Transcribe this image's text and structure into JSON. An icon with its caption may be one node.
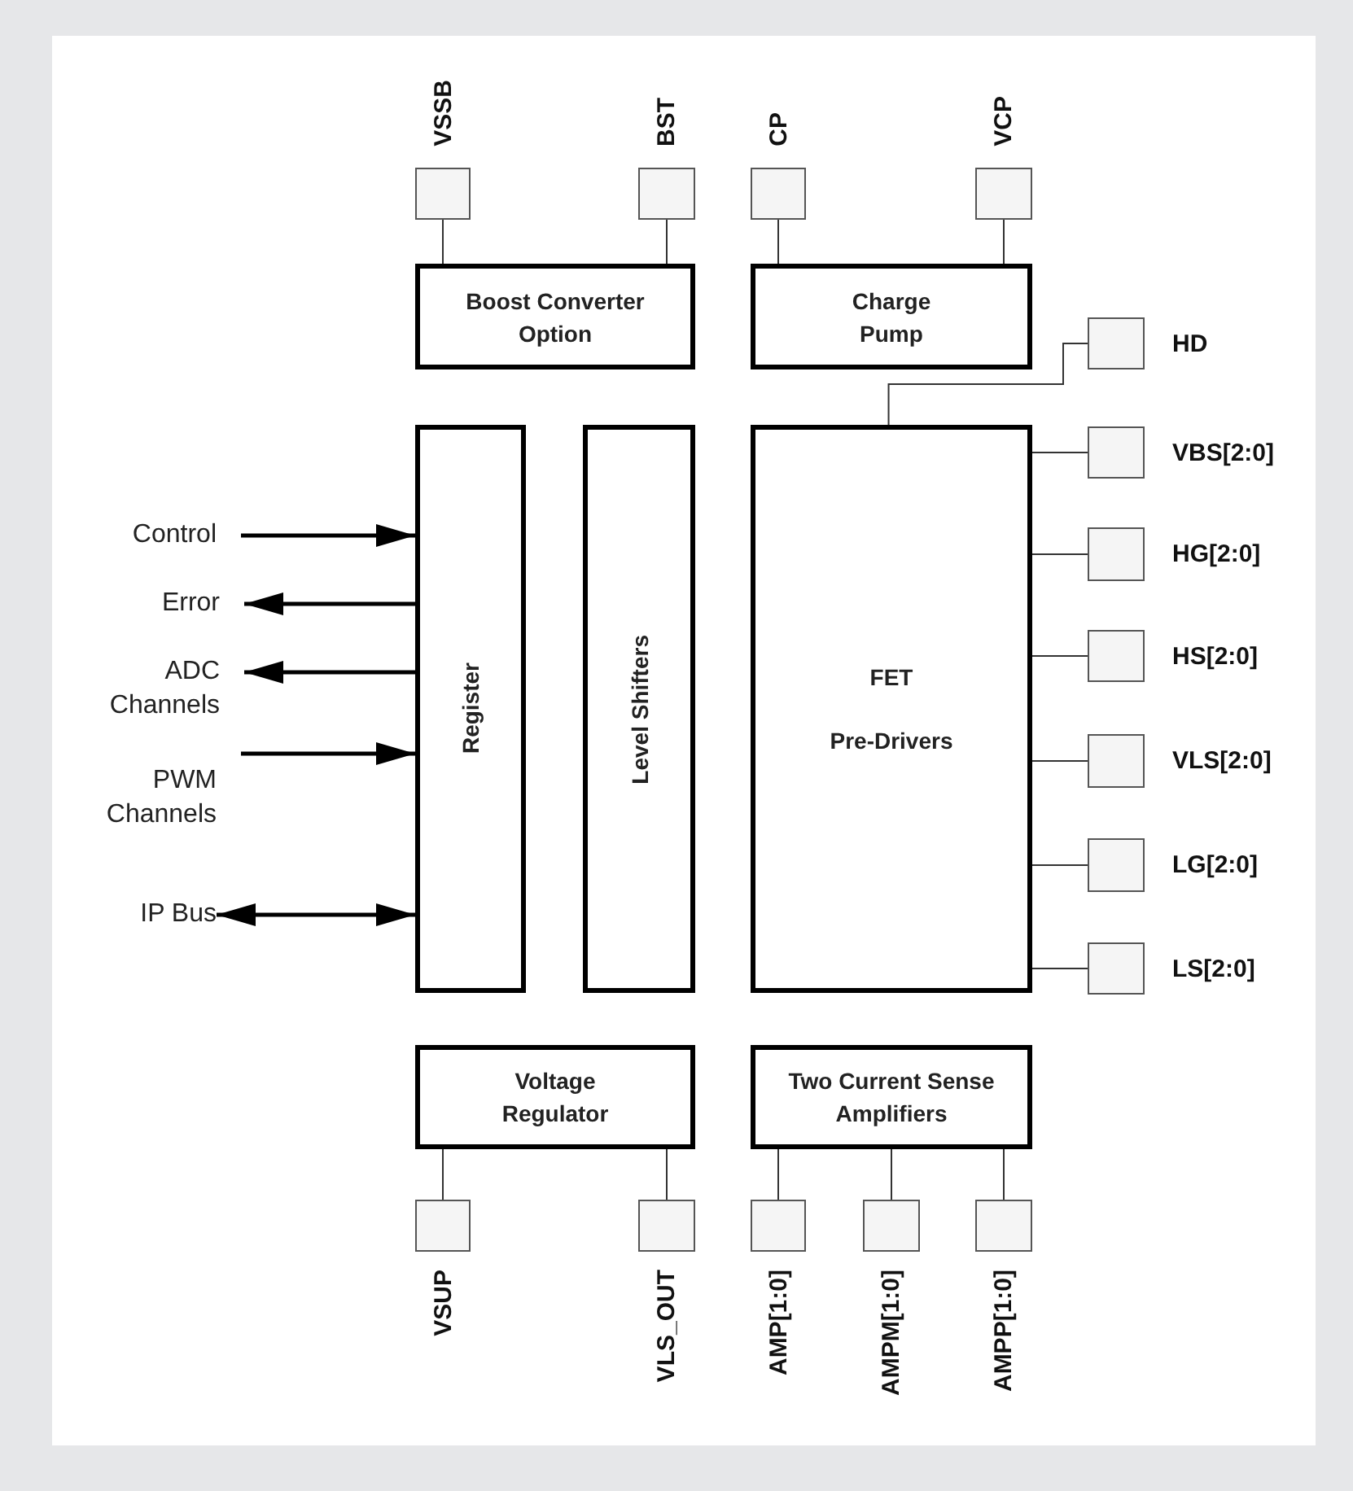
{
  "diagram": {
    "nodes": [
      {
        "text": [],
        "shape": "box",
        "beside": [
          "VSSB"
        ]
      },
      {
        "text": [],
        "shape": "box",
        "beside": [
          "BST"
        ]
      },
      {
        "text": [],
        "shape": "box",
        "beside": [
          "CP"
        ]
      },
      {
        "text": [],
        "shape": "box",
        "beside": [
          "VCP"
        ]
      },
      {
        "text": [
          "Boost Converter Option"
        ]
      },
      {
        "text": [
          "Charge Pump"
        ]
      },
      {
        "text": [],
        "shape": "box",
        "beside": [
          "HD"
        ]
      },
      {
        "text": [
          "Register"
        ]
      },
      {
        "text": [
          "Level Shifters"
        ]
      },
      {
        "text": [
          "FET",
          "Pre-Drivers"
        ]
      },
      {
        "text": [
          "Control"
        ]
      },
      {
        "text": [
          "Error"
        ]
      },
      {
        "text": [
          "ADC Channels"
        ]
      },
      {
        "text": [
          "PWM Channels"
        ]
      },
      {
        "text": [
          "IP Bus"
        ]
      },
      {
        "text": [],
        "shape": "box",
        "beside": [
          "VBS[2:0]"
        ]
      },
      {
        "text": [],
        "shape": "box",
        "beside": [
          "HG[2:0]"
        ]
      },
      {
        "text": [],
        "shape": "box",
        "beside": [
          "HS[2:0]"
        ]
      },
      {
        "text": [],
        "shape": "box",
        "beside": [
          "VLS[2:0]"
        ]
      },
      {
        "text": [],
        "shape": "box",
        "beside": [
          "LG[2:0]"
        ]
      },
      {
        "text": [],
        "shape": "box",
        "beside": [
          "LS[2:0]"
        ]
      },
      {
        "text": [
          "Voltage Regulator"
        ]
      },
      {
        "text": [
          "Two Current Sense Amplifiers"
        ]
      },
      {
        "text": [],
        "shape": "box",
        "beside": [
          "VSUP"
        ]
      },
      {
        "text": [],
        "shape": "box",
        "beside": [
          "VLS_OUT"
        ]
      },
      {
        "text": [],
        "shape": "box",
        "beside": [
          "AMP[1:0]"
        ]
      },
      {
        "text": [],
        "shape": "box",
        "beside": [
          "AMPM[1:0]"
        ]
      },
      {
        "text": [],
        "shape": "box",
        "beside": [
          "AMPP[1:0]"
        ]
      }
    ],
    "edges": [
      {
        "from": 0,
        "to": 4,
        "arrow": "none"
      },
      {
        "from": 1,
        "to": 4,
        "arrow": "none"
      },
      {
        "from": 2,
        "to": 5,
        "arrow": "none"
      },
      {
        "from": 3,
        "to": 5,
        "arrow": "none"
      },
      {
        "from": 6,
        "to": 9,
        "arrow": "none"
      },
      {
        "from": 10,
        "to": 7,
        "arrow": "to",
        "style": "thick"
      },
      {
        "from": 7,
        "to": 11,
        "arrow": "to",
        "style": "thick"
      },
      {
        "from": 7,
        "to": 12,
        "arrow": "to",
        "style": "thick"
      },
      {
        "from": 13,
        "to": 7,
        "arrow": "to",
        "style": "thick"
      },
      {
        "from": 14,
        "to": 7,
        "arrow": "both",
        "style": "thick"
      },
      {
        "from": 15,
        "to": 9,
        "arrow": "none"
      },
      {
        "from": 16,
        "to": 9,
        "arrow": "none"
      },
      {
        "from": 17,
        "to": 9,
        "arrow": "none"
      },
      {
        "from": 18,
        "to": 9,
        "arrow": "none"
      },
      {
        "from": 19,
        "to": 9,
        "arrow": "none"
      },
      {
        "from": 20,
        "to": 9,
        "arrow": "none"
      },
      {
        "from": 21,
        "to": 23,
        "arrow": "none"
      },
      {
        "from": 21,
        "to": 24,
        "arrow": "none"
      },
      {
        "from": 22,
        "to": 25,
        "arrow": "none"
      },
      {
        "from": 22,
        "to": 26,
        "arrow": "none"
      },
      {
        "from": 22,
        "to": 27,
        "arrow": "none"
      }
    ]
  }
}
